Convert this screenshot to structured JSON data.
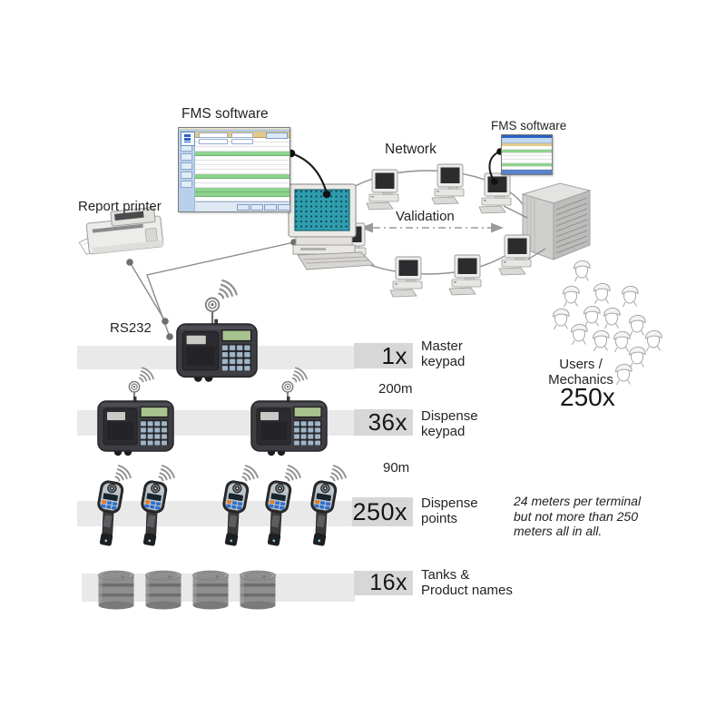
{
  "labels": {
    "fms_software_left": "FMS software",
    "fms_software_right": "FMS software",
    "report_printer": "Report printer",
    "network": "Network",
    "validation": "Validation",
    "rs232": "RS232",
    "distance_keypads": "200m",
    "distance_points": "90m"
  },
  "rows": [
    {
      "count": "1x",
      "line1": "Master",
      "line2": "keypad"
    },
    {
      "count": "36x",
      "line1": "Dispense",
      "line2": "keypad"
    },
    {
      "count": "250x",
      "line1": "Dispense",
      "line2": "points"
    },
    {
      "count": "16x",
      "line1": "Tanks &",
      "line2": "Product names"
    }
  ],
  "users": {
    "line1": "Users /",
    "line2": "Mechanics",
    "count": "250x"
  },
  "note": {
    "line1": "24 meters per terminal",
    "line2": "but not more than 250",
    "line3": "meters all in all."
  },
  "icons": {
    "antenna": "antenna-icon",
    "wireless_waves": "wifi-waves-icon",
    "network_pc": "desktop-computer-icon",
    "main_pc": "workstation-computer-icon",
    "server": "server-cabinet-icon",
    "printer": "report-printer-icon",
    "worker": "worker-head-icon",
    "tank": "fuel-drum-icon",
    "keypad_terminal": "keypad-terminal-icon",
    "dispense_nozzle": "dispense-nozzle-icon"
  },
  "colors": {
    "band_gray": "#e9e9e9",
    "count_box_gray": "#d7d7d7",
    "screen_teal": "#2f9dae",
    "lcd_green": "#a7c48f",
    "key_blue": "#2f6fce",
    "key_orange": "#e2791f",
    "line_gray": "#8a8a8a",
    "line_black": "#1a1a1a",
    "table_green_row": "#8ed38e"
  }
}
